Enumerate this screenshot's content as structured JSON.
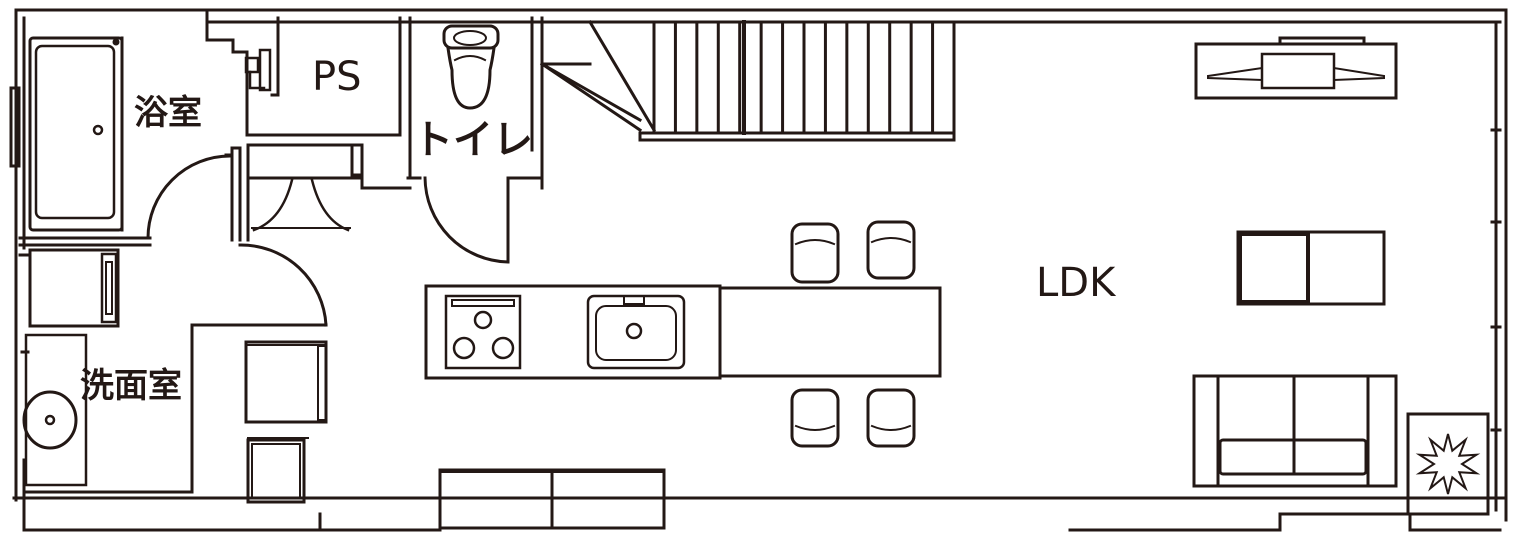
{
  "colors": {
    "line": "#231815",
    "background": "#ffffff"
  },
  "rooms": {
    "bathroom": "浴室",
    "ps": "PS",
    "toilet": "トイレ",
    "ldk": "LDK",
    "washroom": "洗面室"
  },
  "stairs": {
    "tread_count": 14
  }
}
